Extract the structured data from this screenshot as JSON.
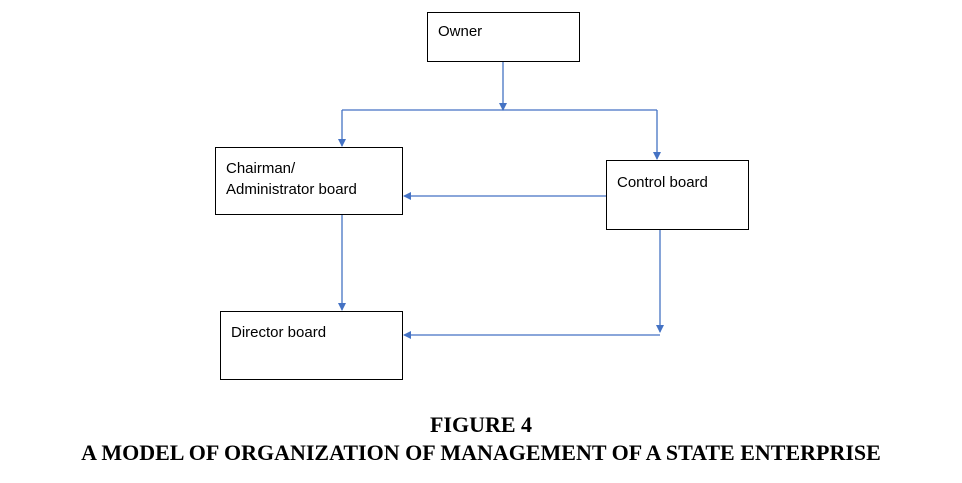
{
  "diagram": {
    "nodes": {
      "owner": {
        "lines": [
          "Owner"
        ]
      },
      "chairman": {
        "lines": [
          "Chairman/",
          "Administrator board"
        ]
      },
      "control": {
        "lines": [
          "Control board"
        ]
      },
      "director": {
        "lines": [
          "Director board"
        ]
      }
    },
    "edges": [
      {
        "from": "owner",
        "to": "chairman"
      },
      {
        "from": "owner",
        "to": "control"
      },
      {
        "from": "control",
        "to": "chairman"
      },
      {
        "from": "chairman",
        "to": "director"
      },
      {
        "from": "control",
        "to": "director"
      }
    ],
    "connector_color": "#4472C4"
  },
  "caption": {
    "figure_number": "FIGURE 4",
    "title": "A MODEL OF ORGANIZATION OF MANAGEMENT OF A STATE ENTERPRISE"
  }
}
